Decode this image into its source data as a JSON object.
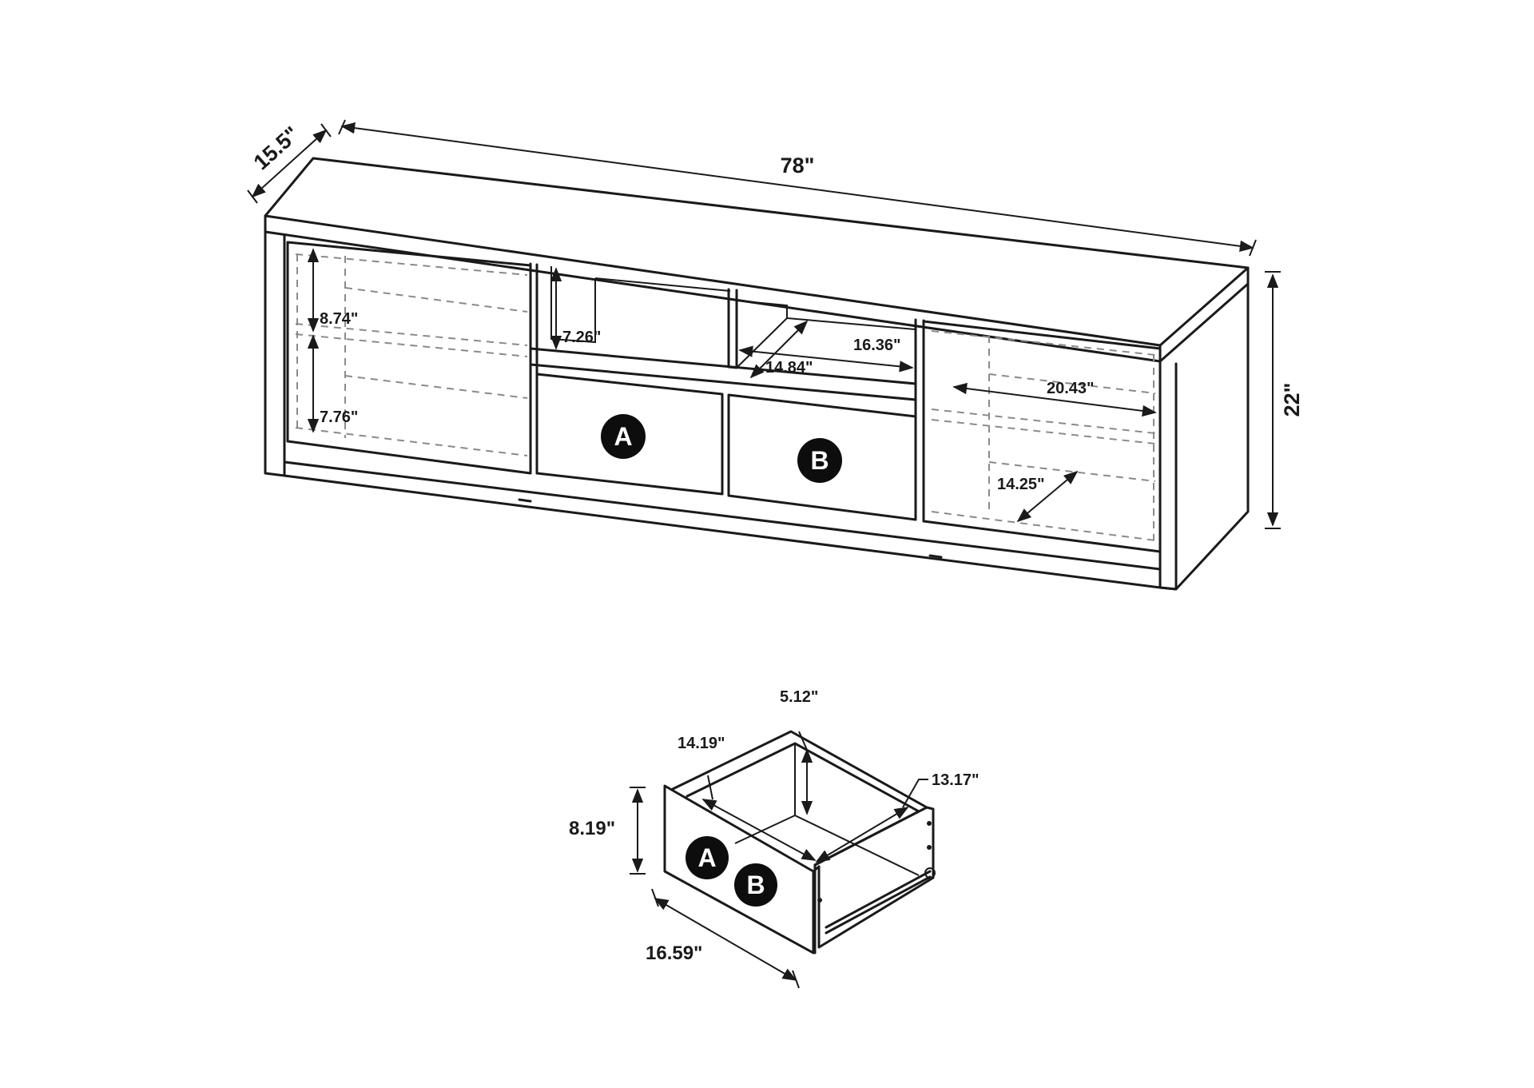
{
  "tv_stand": {
    "overall_width": "78\"",
    "overall_depth": "15.5\"",
    "overall_height": "22\"",
    "left_cabinet_upper_height": "8.74\"",
    "left_cabinet_lower_height": "7.76\"",
    "center_shelf_height": "7.26\"",
    "center_shelf_width": "16.36\"",
    "center_shelf_depth": "14.84\"",
    "right_cabinet_width": "20.43\"",
    "right_cabinet_depth": "14.25\""
  },
  "drawer": {
    "interior_depth": "14.19\"",
    "interior_height": "5.12\"",
    "interior_width": "13.17\"",
    "front_height": "8.19\"",
    "front_width": "16.59\""
  },
  "badges": [
    "A",
    "B"
  ]
}
